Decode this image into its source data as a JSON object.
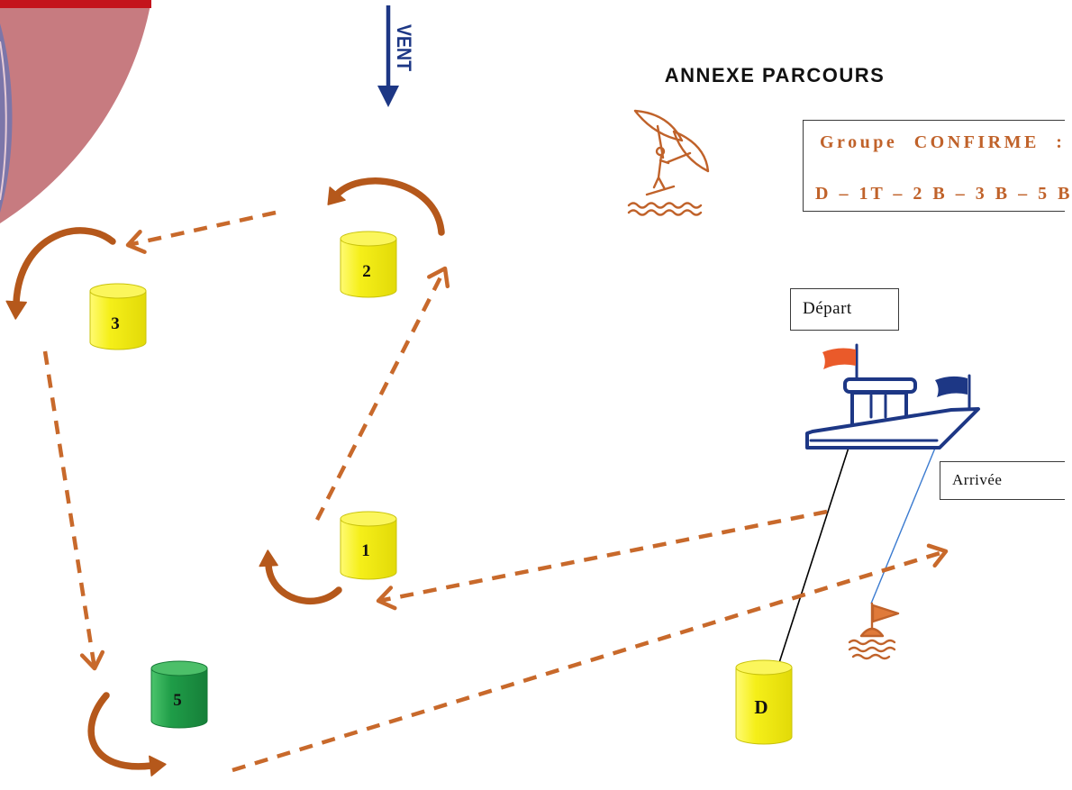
{
  "title": "ANNEXE PARCOURS",
  "wind": {
    "label": "VENT",
    "icon": "down-arrow-icon"
  },
  "group_box": {
    "heading": "Groupe CONFIRME :",
    "course": "D – 1T – 2 B – 3 B – 5 B"
  },
  "start": {
    "label": "Départ",
    "icon": "committee-boat-icon"
  },
  "finish": {
    "label": "Arrivée",
    "icon": "flag-buoy-icon"
  },
  "buoys": [
    {
      "label": "1",
      "color": "#f5ef19"
    },
    {
      "label": "2",
      "color": "#f5ef19"
    },
    {
      "label": "3",
      "color": "#f5ef19"
    },
    {
      "label": "5",
      "color": "#1e9c48"
    },
    {
      "label": "D",
      "color": "#f5ef19"
    }
  ],
  "icons": {
    "rider": "kitesurfer-icon"
  },
  "colors": {
    "course_line": "#c8692b",
    "rounding_arrow": "#b5581b",
    "wind_arrow": "#1d3785",
    "boat_outline": "#1d3785",
    "start_flag": "#ea5a2a",
    "boat_flag": "#1d3785",
    "group_text": "#c0622a",
    "start_line": "#000000",
    "finish_line": "#3b7bd0",
    "banner_red": "#c4141c",
    "banner_rose": "#c77b80"
  }
}
